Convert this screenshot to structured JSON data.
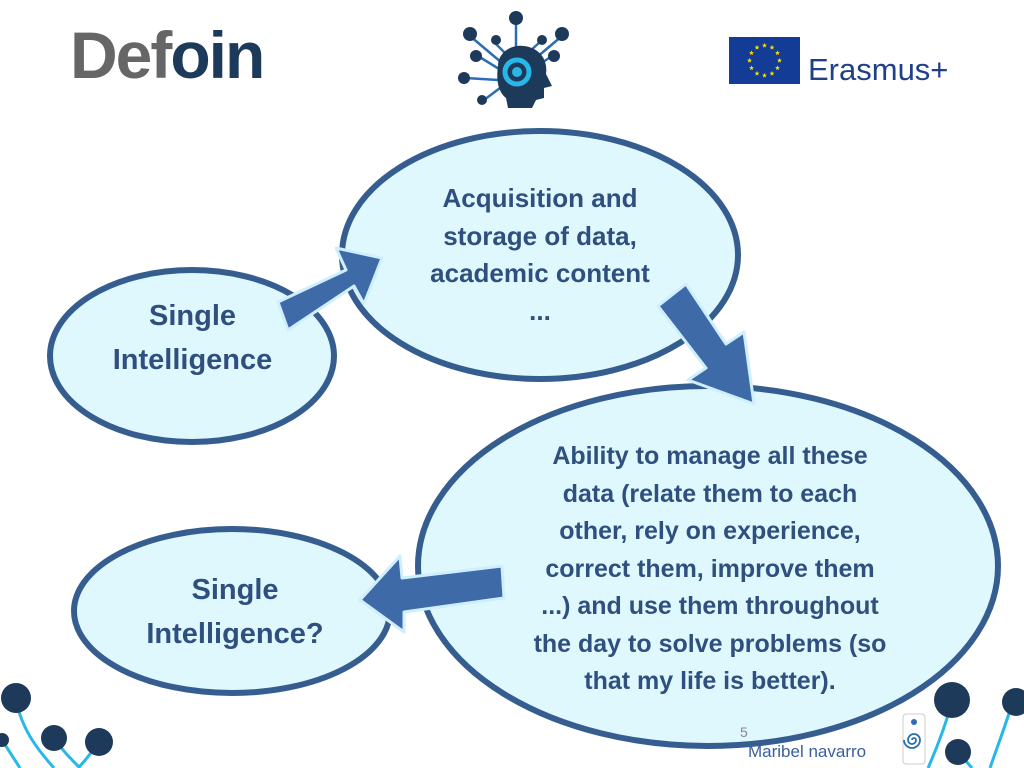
{
  "header": {
    "logo_left_part1": "Def",
    "logo_left_part2": "oin",
    "logo_right_text": "Erasmus+"
  },
  "nodes": {
    "single_intelligence": "Single\nIntelligence",
    "acquisition": "Acquisition and\nstorage of data,\nacademic content\n...",
    "ability": "Ability to manage all these\ndata (relate them to each\nother, rely on experience,\ncorrect them, improve them\n...) and use them throughout\nthe day to solve problems (so\nthat my life is better).",
    "single_intelligence_question": "Single\nIntelligence?"
  },
  "footer": {
    "page_number": "5",
    "author": "Maribel navarro"
  },
  "colors": {
    "ellipse_fill": "#dff8fd",
    "ellipse_stroke": "#355d8f",
    "arrow_fill": "#3f6aa8",
    "arrow_outline": "#cfefff",
    "text": "#2f4f7f",
    "dots": "#1e3a5a",
    "eu_blue": "#123c96",
    "eu_star": "#ffdd00"
  },
  "icons": [
    "brain-network-logo-icon",
    "eu-flag-icon",
    "spiral-logo-icon",
    "decorative-dots-icon"
  ]
}
